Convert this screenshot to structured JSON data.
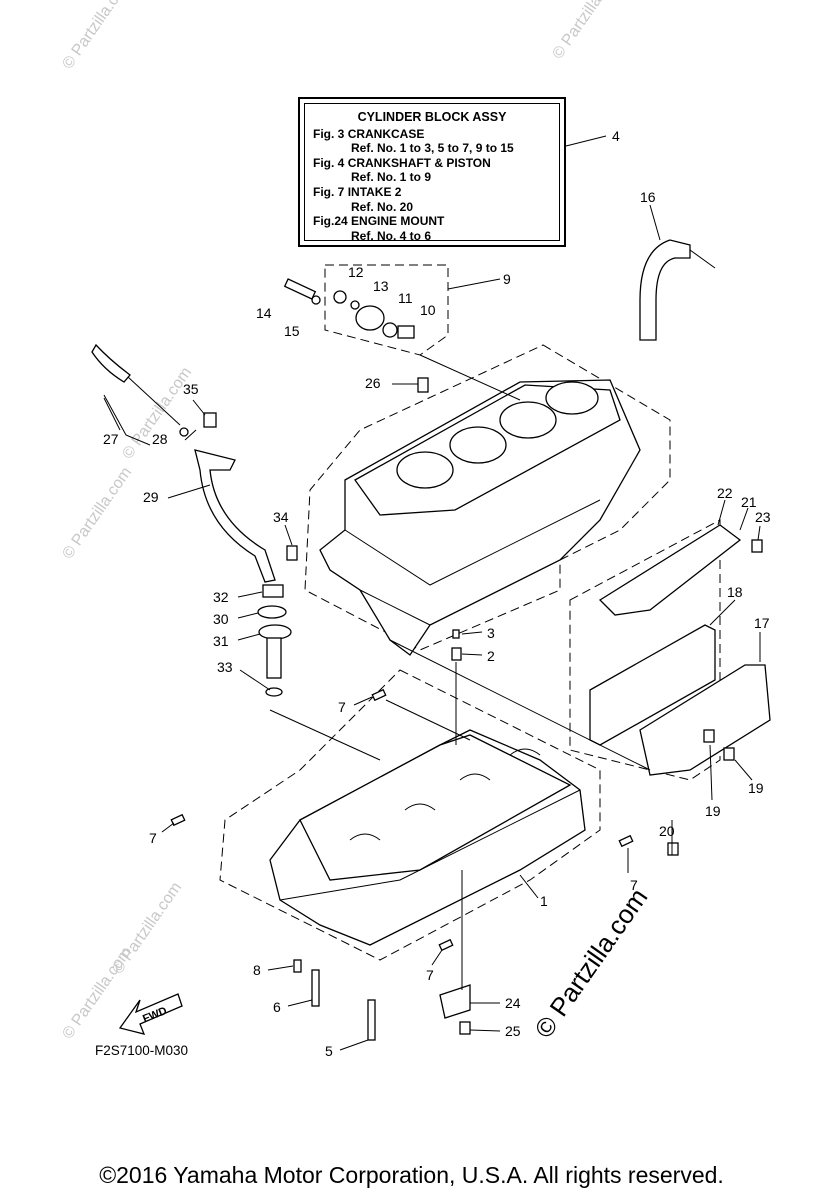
{
  "legend": {
    "title": "CYLINDER BLOCK ASSY",
    "rows": [
      {
        "fig": "Fig.  3",
        "name": "CRANKCASE",
        "ref": "Ref. No. 1 to 3, 5 to 7, 9 to 15"
      },
      {
        "fig": "Fig.  4",
        "name": "CRANKSHAFT & PISTON",
        "ref": "Ref. No. 1 to 9"
      },
      {
        "fig": "Fig.  7",
        "name": "INTAKE 2",
        "ref": "Ref. No. 20"
      },
      {
        "fig": "Fig.24",
        "name": "ENGINE MOUNT",
        "ref": "Ref. No. 4 to 6"
      }
    ]
  },
  "callouts": {
    "n1": "1",
    "n2": "2",
    "n3": "3",
    "n4": "4",
    "n5": "5",
    "n6": "6",
    "n7a": "7",
    "n7b": "7",
    "n7c": "7",
    "n7d": "7",
    "n8": "8",
    "n9": "9",
    "n10": "10",
    "n11": "11",
    "n12": "12",
    "n13": "13",
    "n14": "14",
    "n15": "15",
    "n16": "16",
    "n17": "17",
    "n18": "18",
    "n19a": "19",
    "n19b": "19",
    "n20": "20",
    "n21": "21",
    "n22": "22",
    "n23": "23",
    "n24": "24",
    "n25": "25",
    "n26": "26",
    "n27": "27",
    "n28": "28",
    "n29": "29",
    "n30": "30",
    "n31": "31",
    "n32": "32",
    "n33": "33",
    "n34": "34",
    "n35": "35"
  },
  "fwd_label": "FWD",
  "figure_code": "F2S7100-M030",
  "watermark": {
    "small": "© Partzilla.com",
    "large": "© Partzilla.com"
  },
  "copyright": "©2016  Yamaha Motor Corporation, U.S.A. All rights reserved."
}
